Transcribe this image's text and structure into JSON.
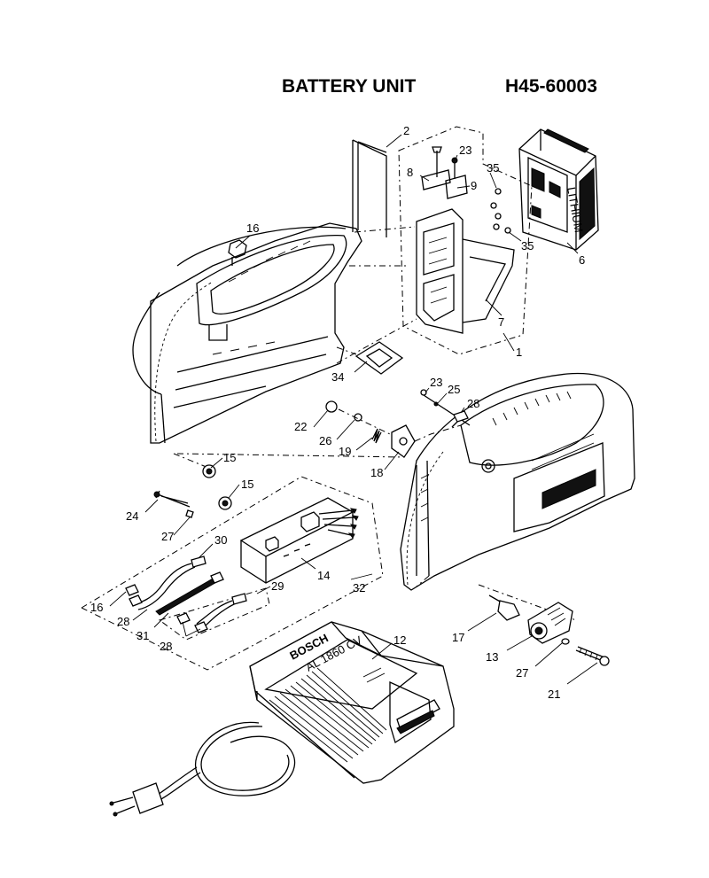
{
  "title": "BATTERY UNIT",
  "part_number": "H45-60003",
  "callouts": {
    "c1": "1",
    "c2": "2",
    "c6": "6",
    "c7": "7",
    "c8": "8",
    "c9": "9",
    "c12": "12",
    "c13": "13",
    "c14": "14",
    "c15a": "15",
    "c15b": "15",
    "c16a": "16",
    "c16b": "16",
    "c17": "17",
    "c18": "18",
    "c19": "19",
    "c21": "21",
    "c22": "22",
    "c23a": "23",
    "c23b": "23",
    "c24": "24",
    "c25": "25",
    "c26": "26",
    "c27a": "27",
    "c27b": "27",
    "c28a": "28",
    "c28b": "28",
    "c28c": "28",
    "c29": "29",
    "c30": "30",
    "c31": "31",
    "c32": "32",
    "c34": "34",
    "c35a": "35",
    "c35b": "35"
  },
  "brand_marks": [
    "BOSCH",
    "AL 1860 CV",
    "LITHIUM"
  ]
}
